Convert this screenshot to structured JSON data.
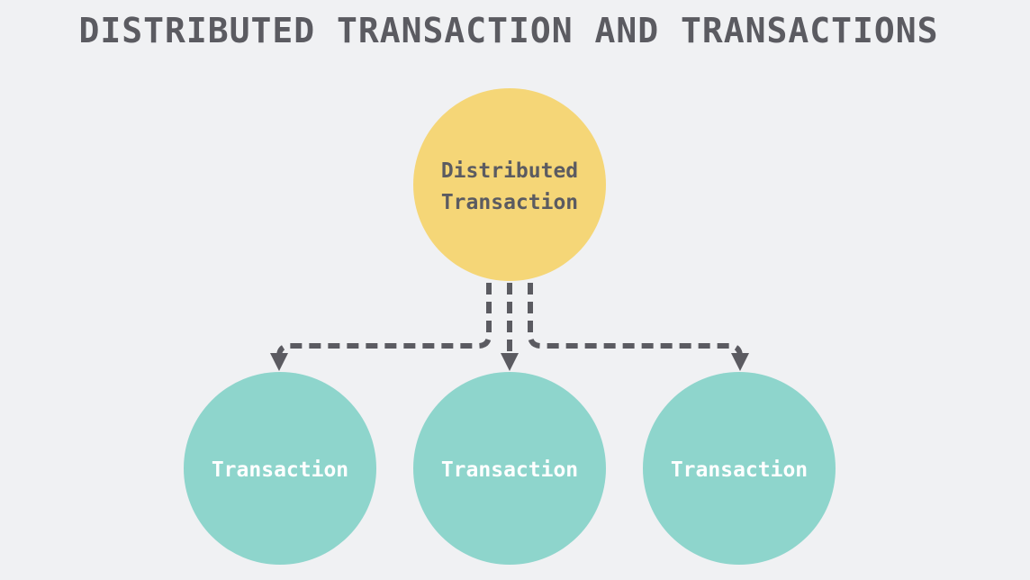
{
  "title": "DISTRIBUTED TRANSACTION AND TRANSACTIONS",
  "colors": {
    "background": "#f0f1f3",
    "title": "#5b5b61",
    "root_fill": "#f5d677",
    "child_fill": "#8ed5cc",
    "root_text": "#5b5b61",
    "child_text": "#ffffff",
    "connector": "#5b5b61"
  },
  "root": {
    "lines": [
      "Distributed",
      "Transaction"
    ]
  },
  "children": [
    {
      "label": "Transaction"
    },
    {
      "label": "Transaction"
    },
    {
      "label": "Transaction"
    }
  ]
}
